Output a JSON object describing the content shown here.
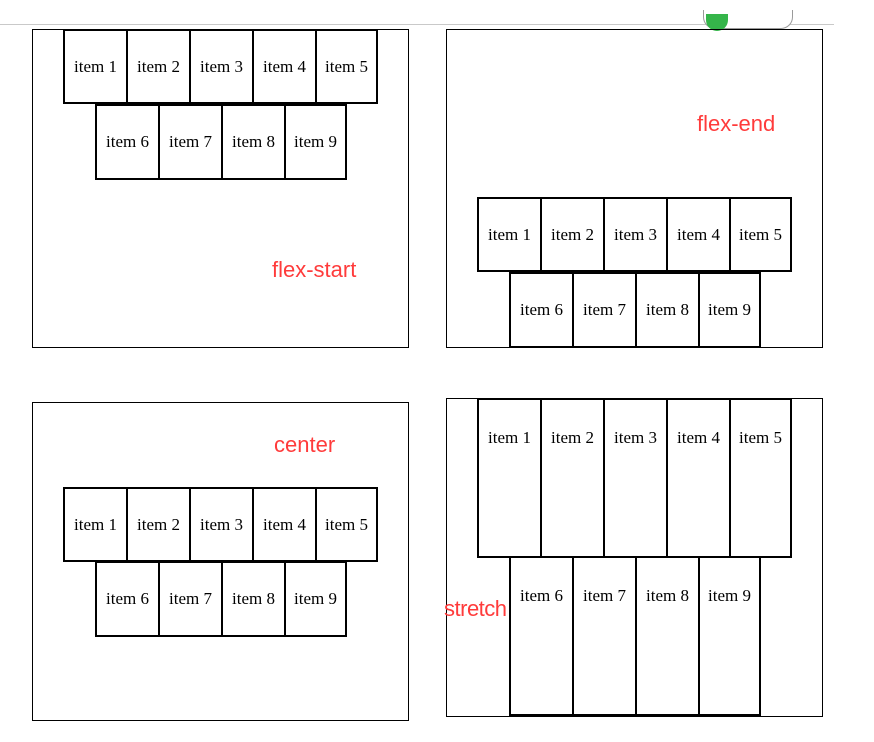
{
  "colors": {
    "label": "#ff3b3b",
    "border": "#000000",
    "background": "#ffffff",
    "widget_accent": "#35b54a"
  },
  "panels": {
    "flex_start": {
      "label": "flex-start",
      "row1": [
        "item 1",
        "item 2",
        "item 3",
        "item 4",
        "item 5"
      ],
      "row2": [
        "item 6",
        "item 7",
        "item 8",
        "item 9"
      ]
    },
    "flex_end": {
      "label": "flex-end",
      "row1": [
        "item 1",
        "item 2",
        "item 3",
        "item 4",
        "item 5"
      ],
      "row2": [
        "item 6",
        "item 7",
        "item 8",
        "item 9"
      ]
    },
    "center": {
      "label": "center",
      "row1": [
        "item 1",
        "item 2",
        "item 3",
        "item 4",
        "item 5"
      ],
      "row2": [
        "item 6",
        "item 7",
        "item 8",
        "item 9"
      ]
    },
    "stretch": {
      "label": "stretch",
      "row1": [
        "item 1",
        "item 2",
        "item 3",
        "item 4",
        "item 5"
      ],
      "row2": [
        "item 6",
        "item 7",
        "item 8",
        "item 9"
      ]
    }
  }
}
